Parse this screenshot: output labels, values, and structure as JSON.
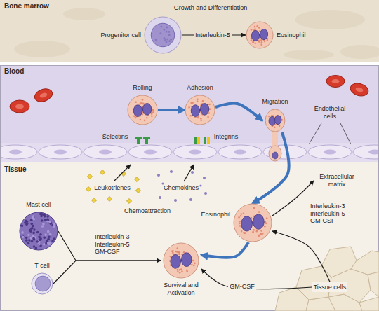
{
  "diagram": {
    "nodes": [
      {
        "text": [
          "Bone marrow"
        ]
      },
      {
        "text": [
          "Progenitor cell"
        ],
        "in": 0
      },
      {
        "text": [
          "Eosinophil"
        ],
        "in": 0
      },
      {
        "text": [
          "Blood"
        ]
      },
      {
        "text": [
          "Rolling"
        ],
        "in": 3
      },
      {
        "text": [
          "Adhesion"
        ],
        "in": 3
      },
      {
        "text": [
          "Migration"
        ],
        "in": 3
      },
      {
        "text": [
          "Tissue"
        ]
      },
      {
        "text": [
          "Eosinophil"
        ],
        "in": 7
      },
      {
        "text": [
          "Survival and Activation"
        ],
        "in": 7
      },
      {
        "text": [
          "Mast cell"
        ],
        "in": 7
      },
      {
        "text": [
          "T cell"
        ],
        "in": 7
      },
      {
        "text": [
          "Tissue cells"
        ],
        "in": 7
      },
      {
        "text": [
          "Extracellular matrix"
        ],
        "in": 7
      }
    ],
    "edges": [
      {
        "from": 1,
        "to": 2,
        "label": "Interleukin-5",
        "arrow": "to"
      },
      {
        "from": 4,
        "to": 5,
        "arrow": "to"
      },
      {
        "from": 5,
        "to": 6,
        "arrow": "to"
      },
      {
        "from": 6,
        "to": 8,
        "arrow": "to"
      },
      {
        "from": 8,
        "to": 9,
        "arrow": "to"
      },
      {
        "from": 10,
        "to": 9,
        "label": "Interleukin-3 Interleukin-5 GM-CSF",
        "arrow": "to"
      },
      {
        "from": 11,
        "to": 9,
        "arrow": "to"
      },
      {
        "from": 8,
        "to": 13,
        "label": "Interleukin-3 Interleukin-5 GM-CSF",
        "arrow": "to"
      },
      {
        "from": 12,
        "to": 9,
        "label": "GM-CSF",
        "arrow": "to"
      },
      {
        "from": 12,
        "to": 8,
        "arrow": "to"
      }
    ],
    "labels": [
      "Growth and Differentiation",
      "Selectins",
      "Integrins",
      "Endothelial cells",
      "Leukotrienes",
      "Chemokines",
      "Chemoattraction"
    ]
  }
}
